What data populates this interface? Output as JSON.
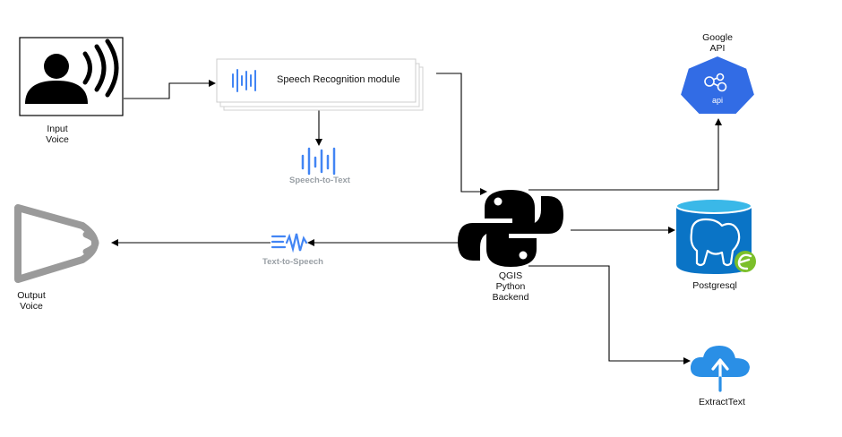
{
  "nodes": {
    "input_voice": {
      "lines": [
        "Input",
        "Voice"
      ]
    },
    "speech_module": {
      "label": "Speech Recognition module"
    },
    "speech_to_text": {
      "label": "Speech-to-Text"
    },
    "text_to_speech": {
      "label": "Text-to-Speech"
    },
    "output_voice": {
      "lines": [
        "Output",
        "Voice"
      ]
    },
    "backend": {
      "lines": [
        "QGIS",
        "Python",
        "Backend"
      ]
    },
    "google_api": {
      "lines": [
        "Google",
        "API"
      ],
      "badge": "api"
    },
    "postgresql": {
      "label": "Postgresql"
    },
    "extracttext": {
      "label": "ExtractText"
    }
  },
  "colors": {
    "edge": "#000000",
    "gcp_blue": "#4285f4",
    "gcp_label": "#9aa0a6",
    "api_blue": "#326ce5",
    "pg_blue": "#0a74c6",
    "pg_top": "#3ab8e8",
    "cloud_blue": "#2a8fe6",
    "speaker_gray": "#9a9a9a"
  },
  "icons": [
    "person-speaking-icon",
    "waveform-icon",
    "speaker-icon",
    "python-logo-icon",
    "api-hexagon-icon",
    "postgresql-database-icon",
    "cloud-upload-icon"
  ]
}
